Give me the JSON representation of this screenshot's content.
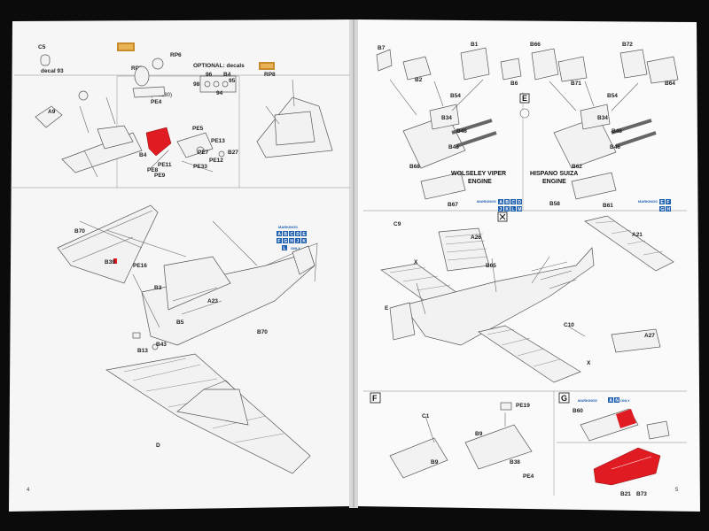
{
  "colors": {
    "background": "#0b0b0b",
    "paper": "#fafafa",
    "ink": "#333333",
    "accent_red": "#e01b22",
    "markings_blue": "#1e5fb0",
    "box_brown": "#c98a2a"
  },
  "left_page": {
    "page_number": "4",
    "step1": {
      "c5": "C5",
      "decal": "decal 93",
      "a9": "A9",
      "pe4": "PE4",
      "b4": "B4",
      "pe5": "PE5",
      "pe7": "PE7",
      "pe8": "PE8",
      "pe9": "PE9",
      "pe11": "PE11",
      "pe12": "PE12",
      "pe13": "PE13",
      "pe33": "PE33",
      "b27": "B27",
      "rp5": "RP5",
      "rp6": "RP6",
      "part_no": "(646280)"
    },
    "step2": {
      "optional": "OPTIONAL: decals",
      "n94": "94",
      "n95": "95",
      "n96": "96",
      "n98": "98",
      "b4": "B4",
      "rp8": "RP8"
    },
    "step3": {
      "b70_top": "B70",
      "b39": "B39",
      "pe16": "PE16",
      "b3": "B3",
      "a23": "A23",
      "b5": "B5",
      "b43": "B43",
      "b13": "B13",
      "b70": "B70",
      "d": "D",
      "markings": "MARKINGS",
      "only": "ONLY",
      "mk_letters": [
        "A",
        "B",
        "C",
        "D",
        "E",
        "F",
        "G",
        "H",
        "J",
        "K"
      ],
      "mk_last": "L"
    }
  },
  "right_page": {
    "page_number": "5",
    "engines": {
      "b7": "B7",
      "b2": "B2",
      "b1": "B1",
      "b6": "B6",
      "b66": "B66",
      "b71": "B71",
      "b72": "B72",
      "b64": "B64",
      "b54_l": "B54",
      "b34_l": "B34",
      "b46_l": "B46",
      "b46b_l": "B46",
      "b68": "B68",
      "b67": "B67",
      "b54_r": "B54",
      "b34_r": "B34",
      "b46_r": "B46",
      "b46b_r": "B46",
      "b62": "B62",
      "b58": "B58",
      "b61": "B61",
      "e": "E",
      "wolseley": "WOLSELEY VIPER",
      "hispano": "HISPANO SUIZA",
      "engine": "ENGINE",
      "markings": "MARKINGS",
      "mk_left": [
        "A",
        "B",
        "C",
        "D",
        "J",
        "K",
        "L",
        "M"
      ],
      "mk_right": [
        "E",
        "F",
        "G",
        "H"
      ]
    },
    "wings": {
      "c9": "C9",
      "a26": "A26",
      "x": "X",
      "b65": "B65",
      "a21": "A21",
      "c10": "C10",
      "a27": "A27",
      "x2": "X",
      "e": "E"
    },
    "step_f": {
      "f": "F",
      "c1": "C1",
      "pe19": "PE19",
      "b9": "B9",
      "b9b": "B9",
      "b38": "B38",
      "pe4": "PE4"
    },
    "step_g": {
      "g": "G",
      "b60": "B60",
      "b21": "B21",
      "b73": "B73",
      "markings": "MARKINGS",
      "mk": [
        "A",
        "N"
      ],
      "only": "ONLY"
    }
  }
}
